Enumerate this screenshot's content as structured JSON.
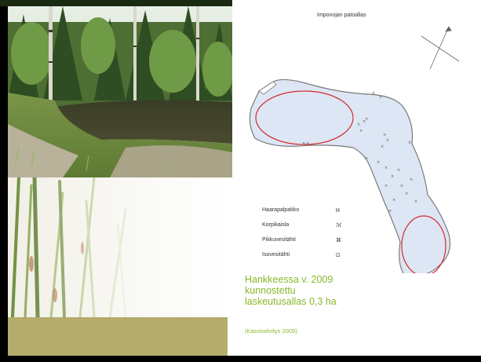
{
  "map": {
    "title": "Imponojan patoallas",
    "compass_icon": "compass-rose-icon",
    "water_color": "#dde6f4",
    "shore_color": "#7a7a7a",
    "highlight_color": "#d42a2a"
  },
  "legend": {
    "items": [
      {
        "name": "Haarapalpakko",
        "symbol": "Ⲏ"
      },
      {
        "name": "Korpikaisla",
        "symbol": "ℳ"
      },
      {
        "name": "Pikkuvesitähti",
        "symbol": "⌘"
      },
      {
        "name": "Isovesitähti",
        "symbol": "⊡"
      }
    ]
  },
  "caption": {
    "lines": [
      "Hankkeessa v. 2009",
      "kunnostettu",
      "laskeutusallas 0,3 ha"
    ],
    "source": "(Kasviselvitys 2009)",
    "color": "#8ab82a"
  },
  "theme": {
    "accent_bar": "#b3ac6c"
  }
}
